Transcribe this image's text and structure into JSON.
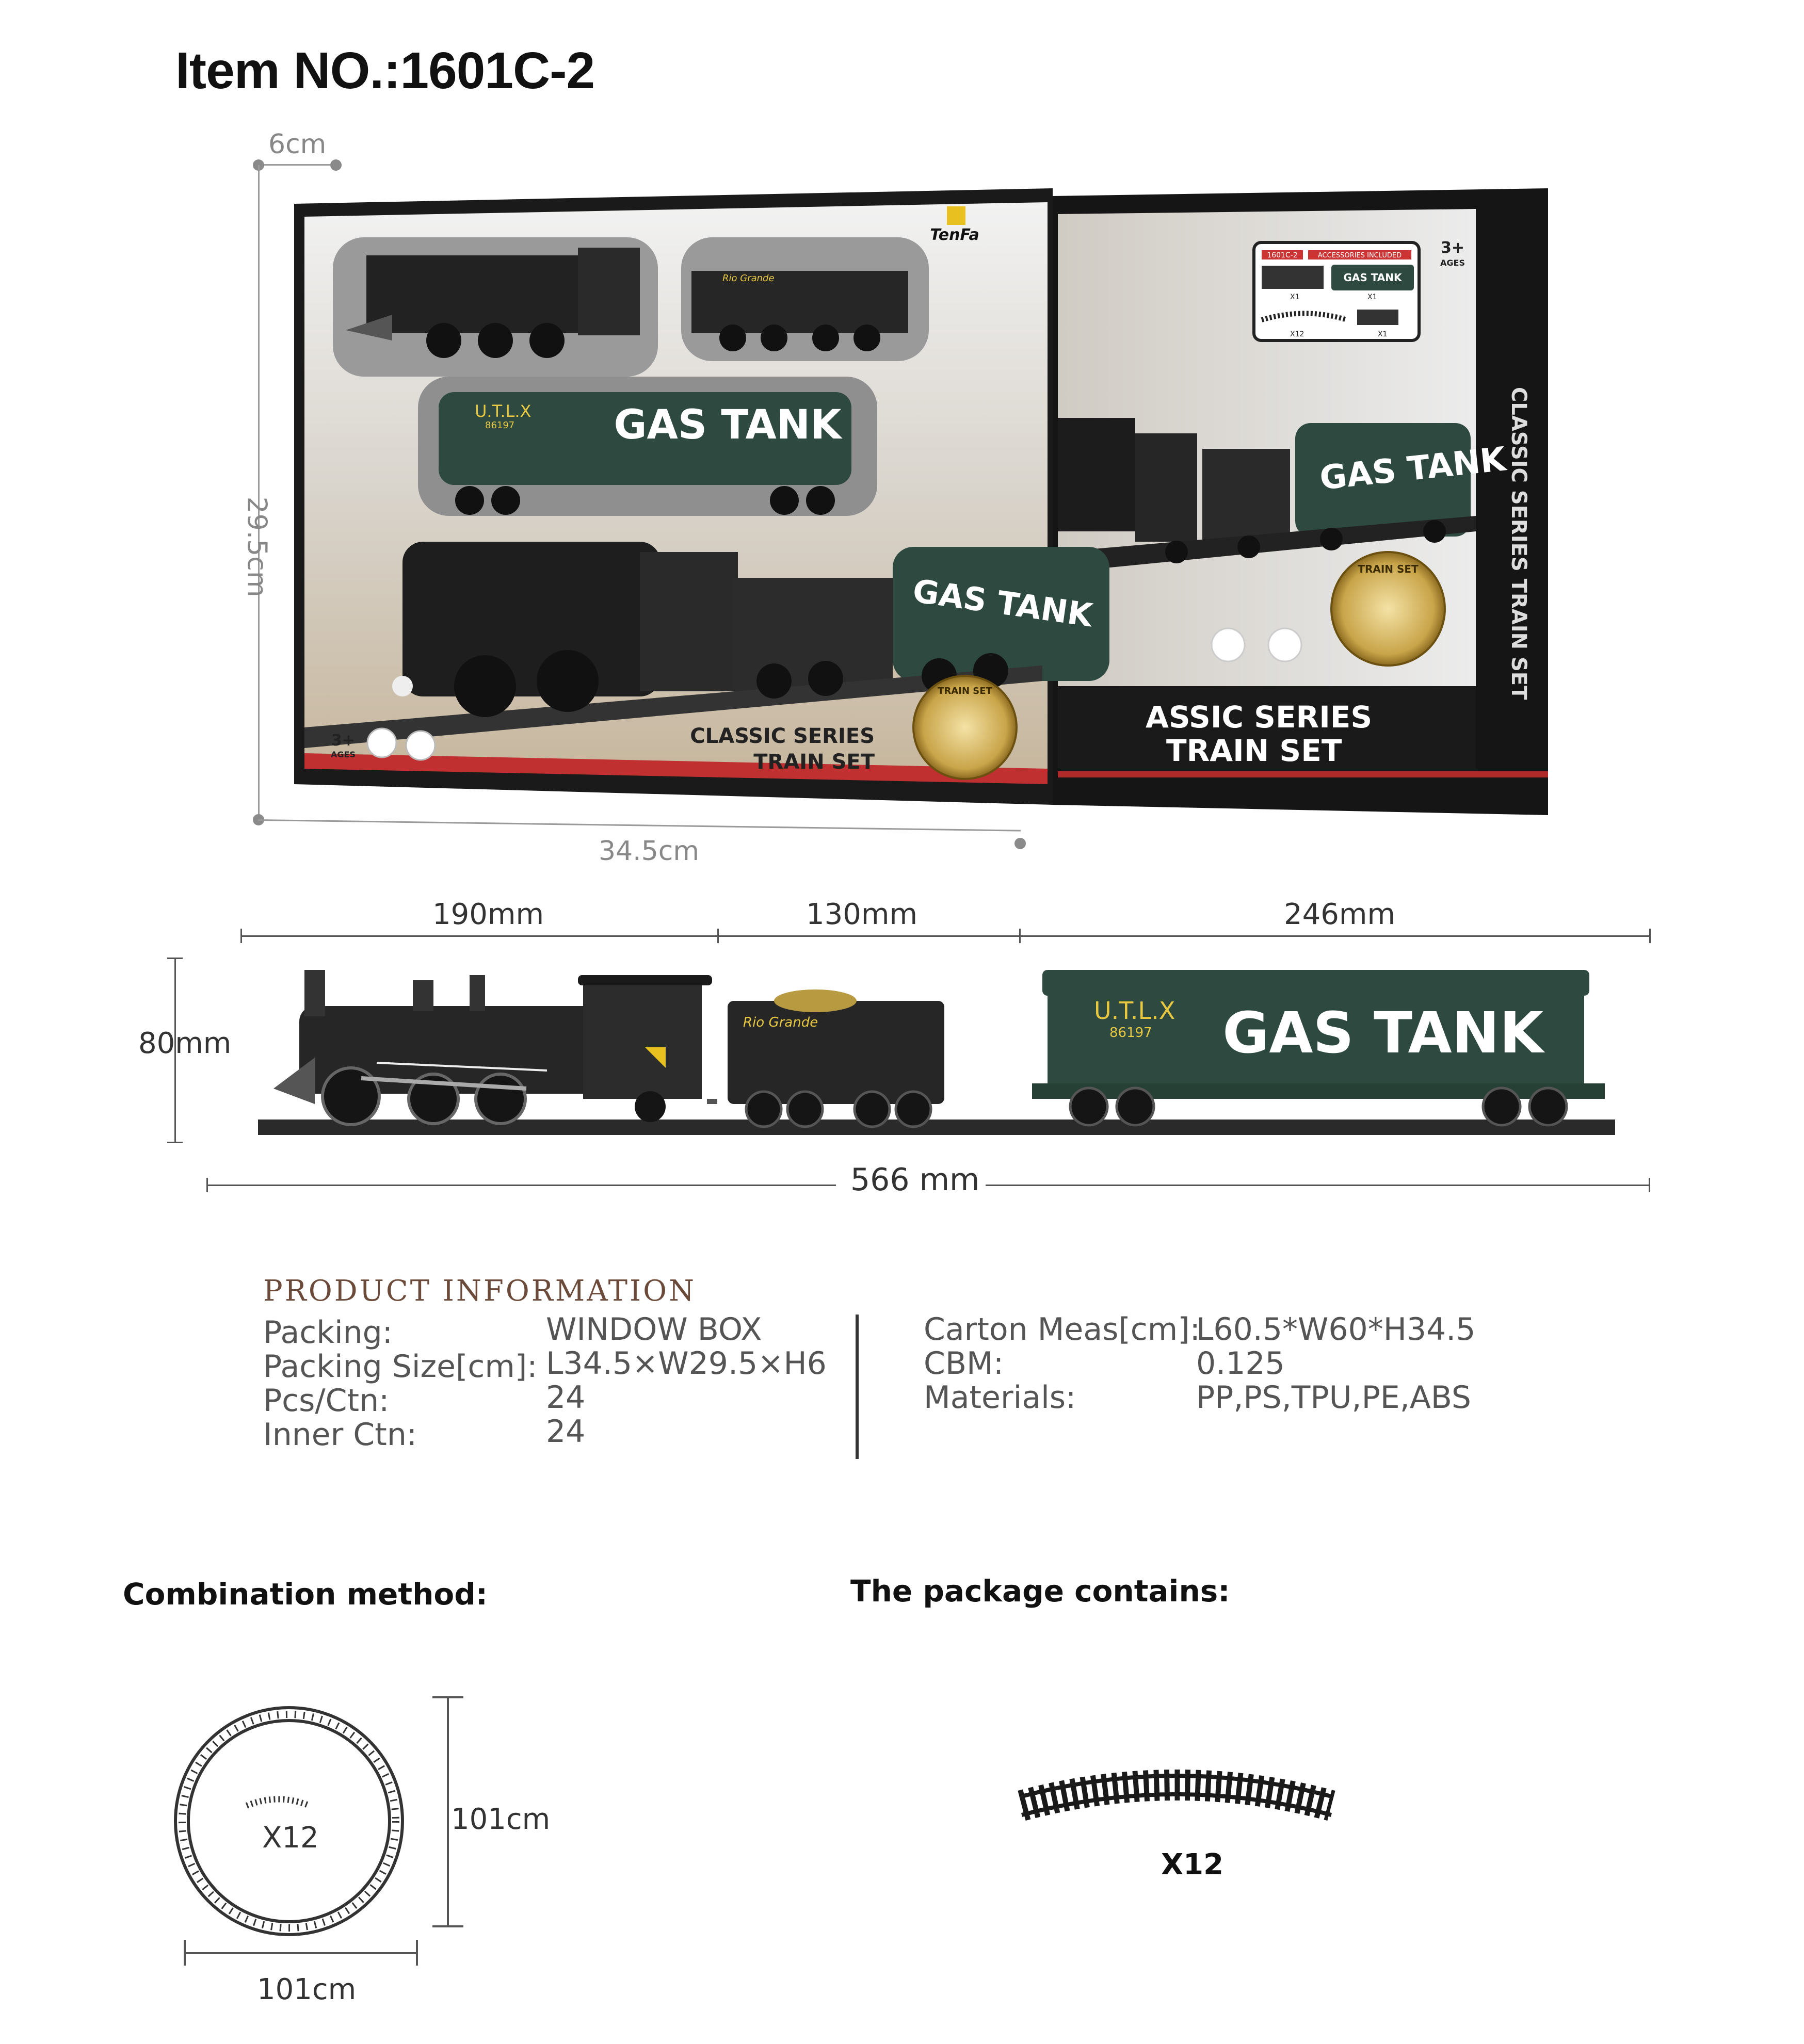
{
  "title": "Item NO.:1601C-2",
  "box": {
    "depth": "6cm",
    "height": "29.5cm",
    "width": "34.5cm",
    "brand": "TenFa",
    "front_series": "CLASSIC SERIES",
    "front_set": "TRAIN SET",
    "side_series": "ASSIC SERIES",
    "side_set": "TRAIN SET",
    "ages": "3+",
    "ages_word": "AGES",
    "spine_text": "CLASSIC SERIES TRAIN SET",
    "badge_text": "TRAIN SET",
    "accessories_label": "ACCESSORIES INCLUDED",
    "item_code": "1601C-2",
    "accessory_counts": [
      "X1",
      "X1",
      "X12",
      "X1"
    ]
  },
  "tank_car": {
    "title": "GAS TANK",
    "code": "U.T.L.X",
    "number": "86197",
    "tender_text": "Rio Grande"
  },
  "dims": {
    "loco": "190mm",
    "tender": "130mm",
    "tank": "246mm",
    "height": "80mm",
    "total": "566 mm"
  },
  "product_info": {
    "heading": "PRODUCT INFORMATION",
    "left": [
      {
        "k": "Packing:",
        "v": "WINDOW BOX"
      },
      {
        "k": "Packing Size[cm]:",
        "v": "L34.5×W29.5×H6"
      },
      {
        "k": "Pcs/Ctn:",
        "v": "24"
      },
      {
        "k": "Inner Ctn:",
        "v": "24"
      }
    ],
    "right": [
      {
        "k": "Carton Meas[cm]:",
        "v": "L60.5*W60*H34.5"
      },
      {
        "k": "CBM:",
        "v": "0.125"
      },
      {
        "k": "Materials:",
        "v": "PP,PS,TPU,PE,ABS"
      }
    ]
  },
  "combination": {
    "heading": "Combination method:",
    "count": "X12",
    "height": "101cm",
    "width": "101cm"
  },
  "package": {
    "heading": "The package contains:",
    "count": "X12"
  }
}
